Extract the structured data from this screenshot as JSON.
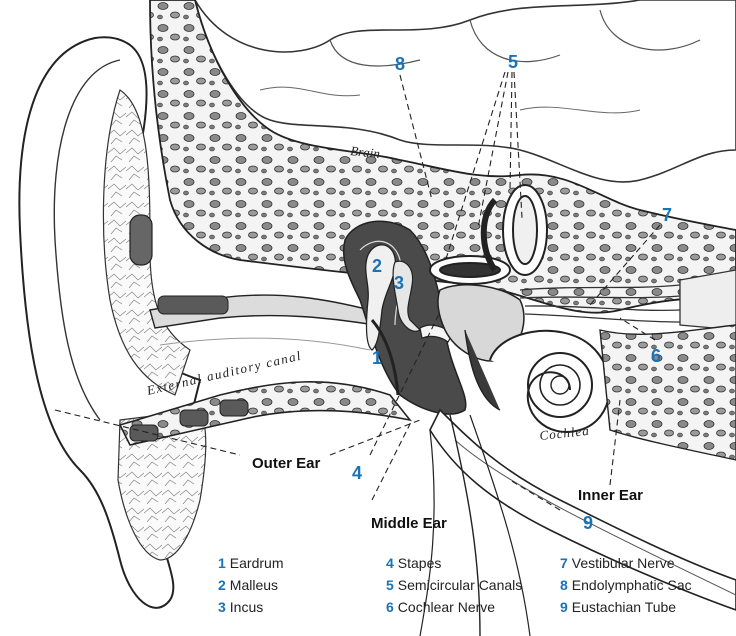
{
  "colors": {
    "number": "#1a73b5",
    "line": "#222222",
    "bone_fill": "#e9e9e9",
    "dark_fill": "#3a3a3a"
  },
  "anatomy_labels": {
    "brain": "Brain",
    "canal": "External auditory canal",
    "cochlea": "Cochlea"
  },
  "regions": {
    "outer": "Outer Ear",
    "middle": "Middle Ear",
    "inner": "Inner Ear"
  },
  "legend": [
    {
      "n": "1",
      "label": "Eardrum"
    },
    {
      "n": "2",
      "label": "Malleus"
    },
    {
      "n": "3",
      "label": "Incus"
    },
    {
      "n": "4",
      "label": "Stapes"
    },
    {
      "n": "5",
      "label": "Semicircular Canals"
    },
    {
      "n": "6",
      "label": "Cochlear Nerve"
    },
    {
      "n": "7",
      "label": "Vestibular Nerve"
    },
    {
      "n": "8",
      "label": "Endolymphatic Sac"
    },
    {
      "n": "9",
      "label": "Eustachian Tube"
    }
  ]
}
